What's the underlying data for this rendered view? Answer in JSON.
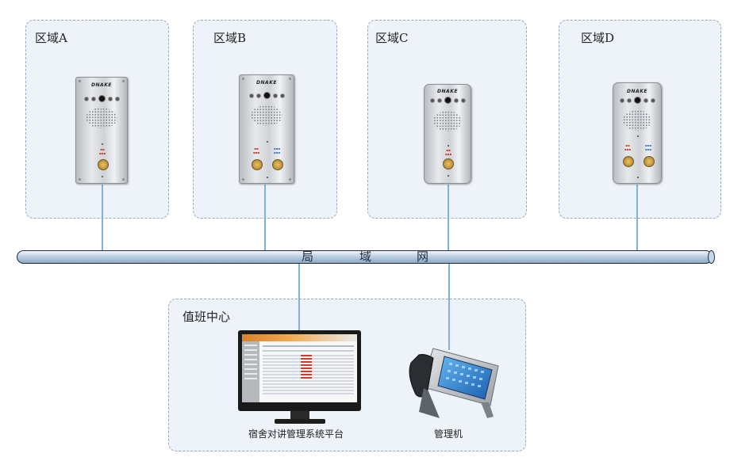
{
  "zones": [
    {
      "label": "区域A"
    },
    {
      "label": "区域B"
    },
    {
      "label": "区域C"
    },
    {
      "label": "区域D"
    }
  ],
  "device_brand": "DNAKE",
  "network": {
    "chars": [
      "局",
      "域",
      "网"
    ]
  },
  "duty_center": {
    "label": "值班中心",
    "software_caption": "宿舍对讲管理系统平台",
    "manager_caption": "管理机"
  },
  "colors": {
    "zone_fill": "#eef2f9",
    "zone_border": "#9aa8bf",
    "link_line": "#7fb2dd",
    "network_pipe": "#8faac4",
    "call_button_gold": "#c99a3a"
  }
}
